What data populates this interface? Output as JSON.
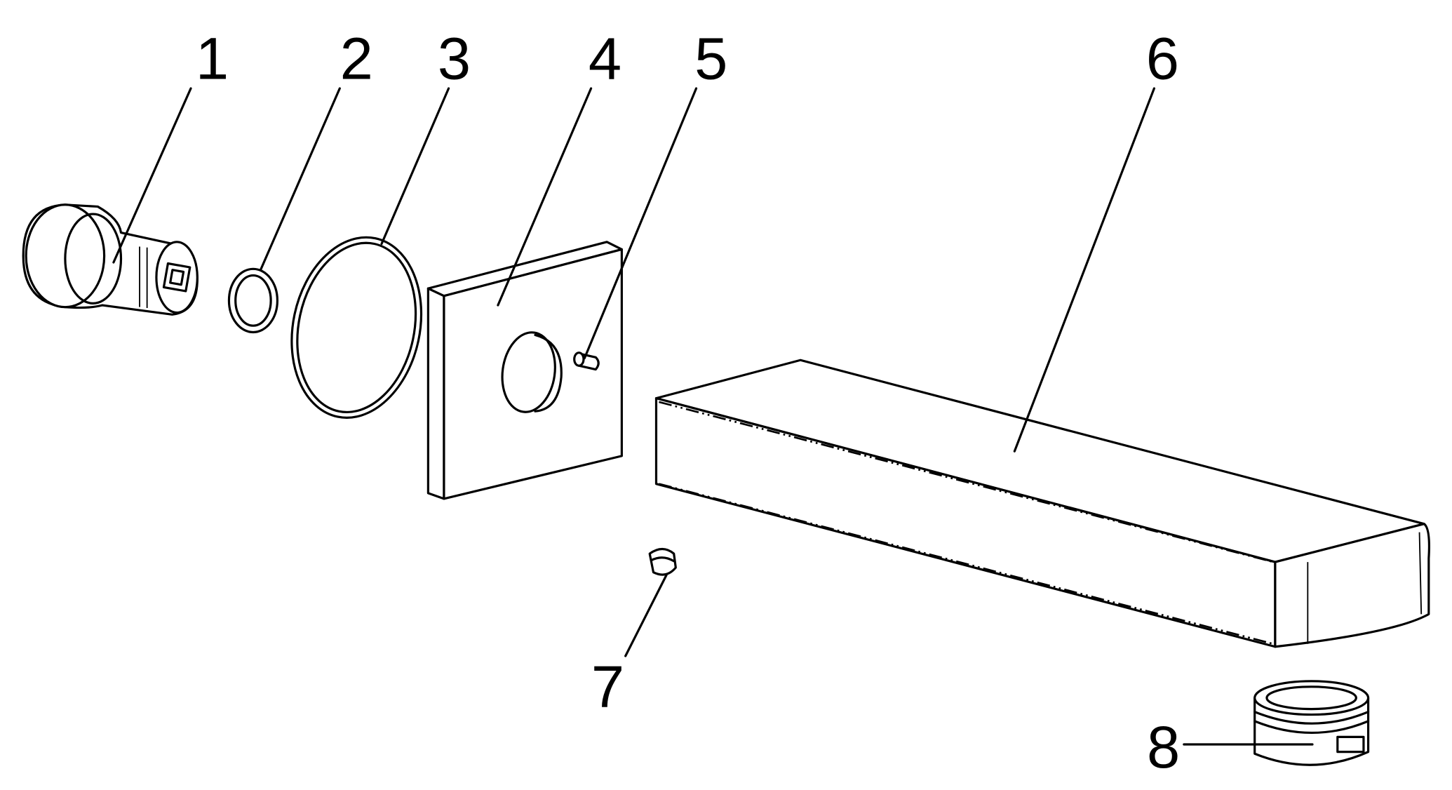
{
  "diagram": {
    "type": "exploded-parts-view",
    "callouts": [
      {
        "number": "1"
      },
      {
        "number": "2"
      },
      {
        "number": "3"
      },
      {
        "number": "4"
      },
      {
        "number": "5"
      },
      {
        "number": "6"
      },
      {
        "number": "7"
      },
      {
        "number": "8"
      }
    ],
    "line_color": "#000000",
    "background_color": "#ffffff"
  }
}
